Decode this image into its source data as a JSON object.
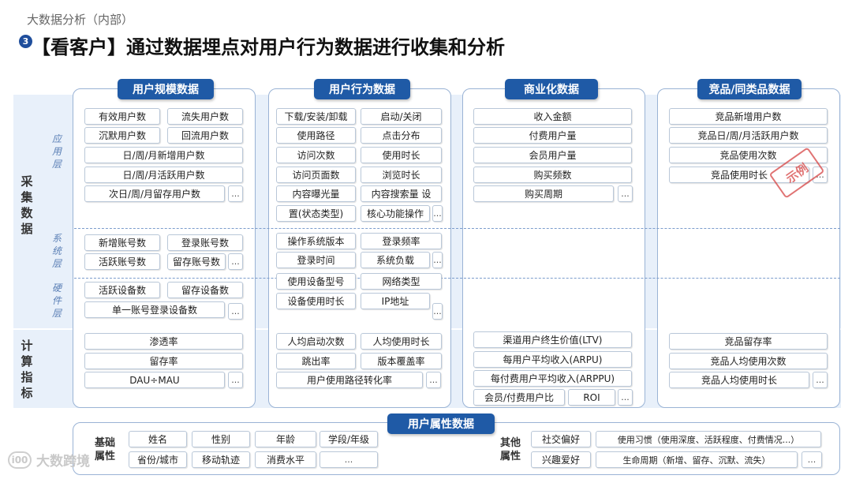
{
  "header": {
    "subtitle": "大数据分析（内部）",
    "section_number": "3",
    "title": "【看客户】通过数据埋点对用户行为数据进行收集和分析"
  },
  "rows": {
    "collect": "采集数据",
    "calc": "计算指标",
    "layer_app": "应用层",
    "layer_system": "系统层",
    "layer_hardware": "硬件层"
  },
  "columns": {
    "scale": {
      "header": "用户规模数据",
      "app": [
        "有效用户数",
        "流失用户数",
        "沉默用户数",
        "回流用户数",
        "日/周/月新增用户数",
        "日/周/月活跃用户数",
        "次日/周/月留存用户数"
      ],
      "system": [
        "新增账号数",
        "登录账号数",
        "活跃账号数",
        "留存账号数"
      ],
      "hardware": [
        "活跃设备数",
        "留存设备数",
        "单一账号登录设备数"
      ],
      "calc": [
        "渗透率",
        "留存率",
        "DAU÷MAU"
      ]
    },
    "behavior": {
      "header": "用户行为数据",
      "app": [
        "下载/安装/卸载",
        "启动/关闭",
        "使用路径",
        "点击分布",
        "访问次数",
        "使用时长",
        "访问页面数",
        "浏览时长",
        "内容曝光量",
        "内容搜索量 设",
        "置(状态类型)",
        "核心功能操作"
      ],
      "system": [
        "操作系统版本",
        "登录频率",
        "登录时间",
        "系统负载"
      ],
      "hardware": [
        "使用设备型号",
        "网络类型",
        "设备使用时长",
        "IP地址"
      ],
      "calc": [
        "人均启动次数",
        "人均使用时长",
        "跳出率",
        "版本覆盖率",
        "用户使用路径转化率"
      ]
    },
    "commercial": {
      "header": "商业化数据",
      "app": [
        "收入金额",
        "付费用户量",
        "会员用户量",
        "购买频数",
        "购买周期"
      ],
      "calc": [
        "渠道用户终生价值(LTV)",
        "每用户平均收入(ARPU)",
        "每付费用户平均收入(ARPPU)",
        "会员/付费用户比",
        "ROI"
      ]
    },
    "competitor": {
      "header": "竞品/同类品数据",
      "app": [
        "竞品新增用户数",
        "竞品日/周/月活跃用户数",
        "竞品使用次数",
        "竞品使用时长"
      ],
      "calc": [
        "竞品留存率",
        "竞品人均使用次数",
        "竞品人均使用时长"
      ],
      "stamp": "示例"
    }
  },
  "attributes": {
    "header": "用户属性数据",
    "basic_label": "基础属性",
    "basic": [
      "姓名",
      "性别",
      "年龄",
      "学段/年级",
      "省份/城市",
      "移动轨迹",
      "消费水平"
    ],
    "other_label": "其他属性",
    "other": [
      "社交偏好",
      "使用习惯（使用深度、活跃程度、付费情况...）",
      "兴趣爱好",
      "生命周期（新增、留存、沉默、流失）"
    ]
  },
  "more_label": "...",
  "watermark": "大数跨境",
  "watermark_icon": "i00"
}
